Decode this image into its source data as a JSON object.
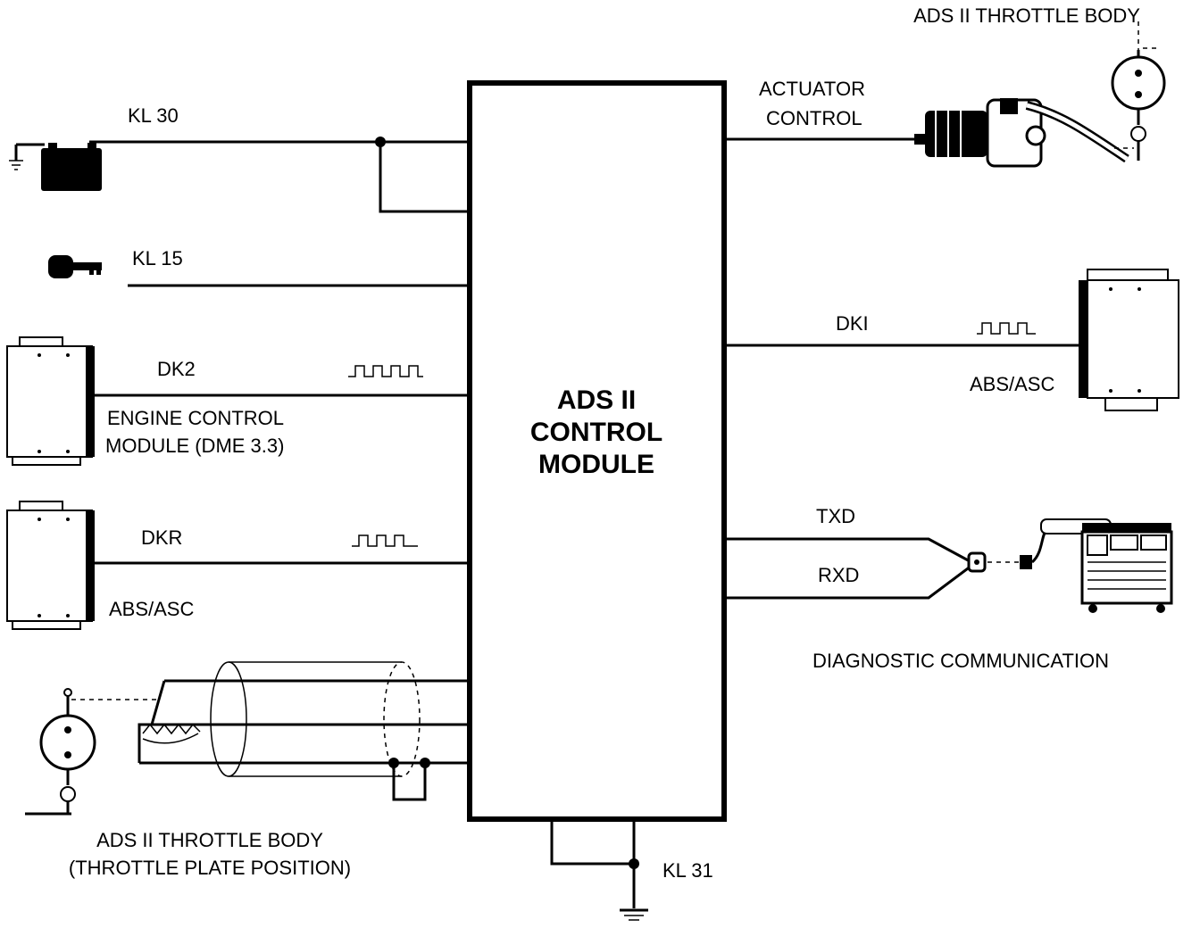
{
  "labels": {
    "kl30": "KL 30",
    "kl15": "KL 15",
    "dk2": "DK2",
    "dkr": "DKR",
    "dki": "DKI",
    "txd": "TXD",
    "rxd": "RXD",
    "kl31": "KL 31",
    "actuator_line1": "ACTUATOR",
    "actuator_line2": "CONTROL",
    "throttle_top": "ADS II THROTTLE BODY",
    "abs_asc_right": "ABS/ASC",
    "abs_asc_left": "ABS/ASC",
    "ecm_line1": "ENGINE CONTROL",
    "ecm_line2": "MODULE (DME 3.3)",
    "diag": "DIAGNOSTIC COMMUNICATION",
    "throttle_bottom_line1": "ADS II THROTTLE BODY",
    "throttle_bottom_line2": "(THROTTLE PLATE POSITION)",
    "module_line1": "ADS II",
    "module_line2": "CONTROL",
    "module_line3": "MODULE"
  },
  "icons": {
    "battery": "battery-icon",
    "ground": "ground-icon",
    "key": "ignition-key-icon",
    "ecm": "control-unit-icon",
    "abs": "control-unit-icon",
    "actuator": "throttle-actuator-icon",
    "gauge": "throttle-gauge-icon",
    "tester": "diagnostic-tester-icon",
    "connector": "diagnostic-connector-icon",
    "pulse": "square-wave-icon",
    "pot": "potentiometer-icon"
  }
}
